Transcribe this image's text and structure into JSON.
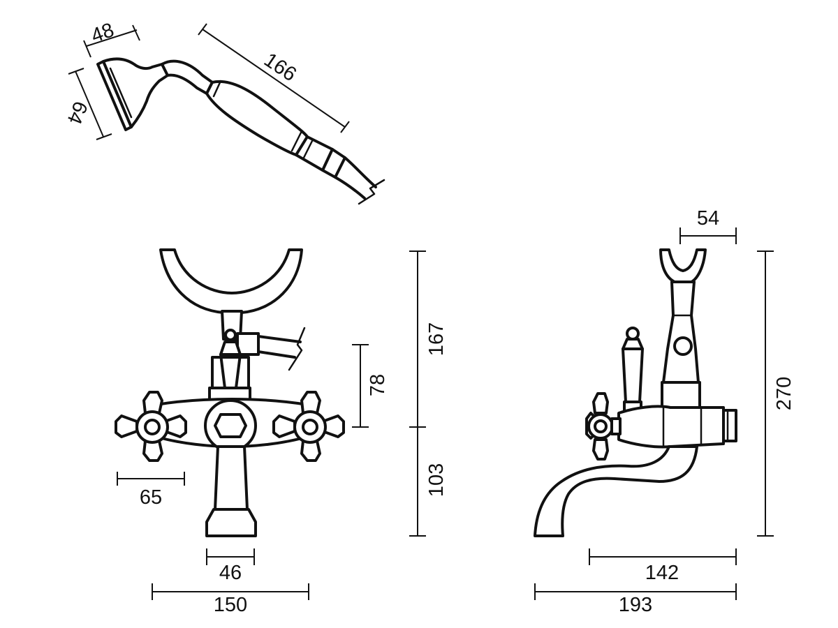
{
  "dimensions": {
    "handshower_head_width": "48",
    "handshower_head_height": "64",
    "handshower_length": "166",
    "cradle_width": "54",
    "upper_height": "167",
    "lever_height": "78",
    "lower_height": "103",
    "total_height": "270",
    "handle_width": "65",
    "base_width": "46",
    "front_width": "150",
    "spout_reach": "142",
    "side_depth": "193"
  }
}
